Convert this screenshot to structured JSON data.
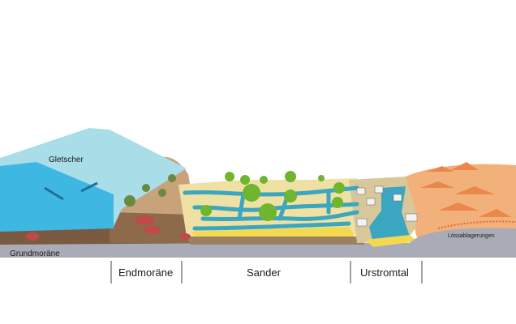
{
  "labels": {
    "gletscher": "Gletscher",
    "grundmoraene": "Grundmoräne",
    "loess": "Lössablagerungen"
  },
  "zones": [
    {
      "id": "endmoraene",
      "label": "Endmoräne"
    },
    {
      "id": "sander",
      "label": "Sander"
    },
    {
      "id": "urstromtal",
      "label": "Urstromtal"
    }
  ],
  "colors": {
    "ice": "#a9dde8",
    "ice_dark": "#3fb7e3",
    "water": "#3aa6bf",
    "sander_sand": "#efe0a4",
    "moraine_brown": "#8d6a4a",
    "ground_brown": "#7a5a40",
    "bedrock_grey": "#a9acb6",
    "loess_orange": "#f2b07a",
    "tree_green": "#6fb52f"
  }
}
